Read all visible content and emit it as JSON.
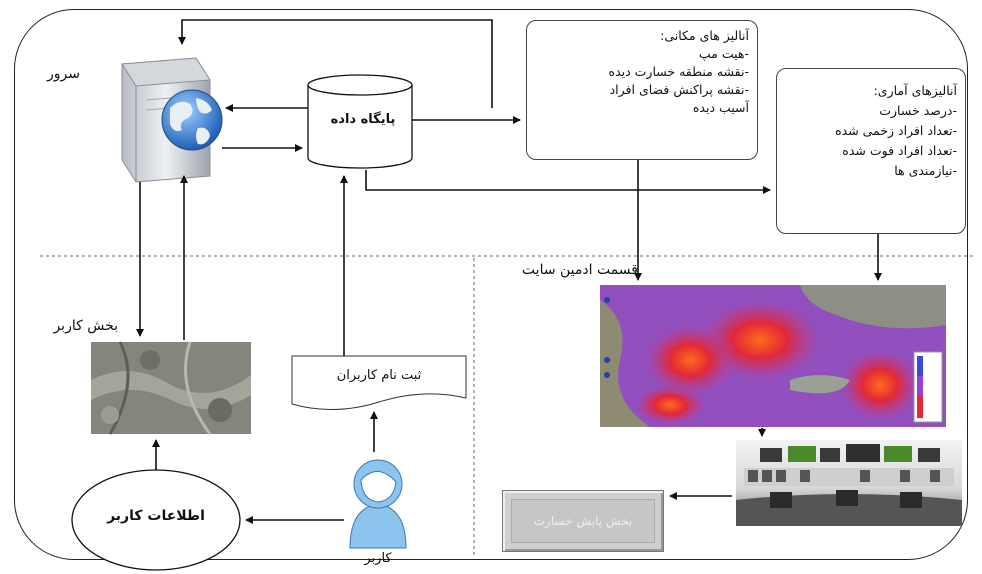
{
  "labels": {
    "server": "سرور",
    "user_section": "بخش کاربر",
    "admin_section": "قسمت ادمین سایت",
    "database": "پایگاه داده",
    "user_registration": "ثبت نام کاربران",
    "user_info": "اطلاعات کاربر",
    "user": "کاربر"
  },
  "spatial_analysis": {
    "title": "آنالیز های مکانی:",
    "items": [
      "-هیت مپ",
      "-نقشه منطقه خسارت دیده",
      "-نقشه پراکنش فضای افراد",
      "آسیب دیده"
    ]
  },
  "statistical_analysis": {
    "title": "آنالیزهای آماری:",
    "items": [
      "-درصد خسارت",
      "-تعداد افراد زخمی شده",
      "-تعداد افراد فوت شده",
      "-نیازمندی ها"
    ]
  },
  "damage_monitoring_button": "بخش پایش خسارت",
  "colors": {
    "heatmap_red": "#e0283a",
    "heatmap_purple": "#9a3fd6",
    "globe_blue": "#2f6fc4",
    "person_blue": "#8cc4ee"
  },
  "icons": {
    "server": "server-icon",
    "globe": "globe-icon",
    "user": "user-icon"
  }
}
